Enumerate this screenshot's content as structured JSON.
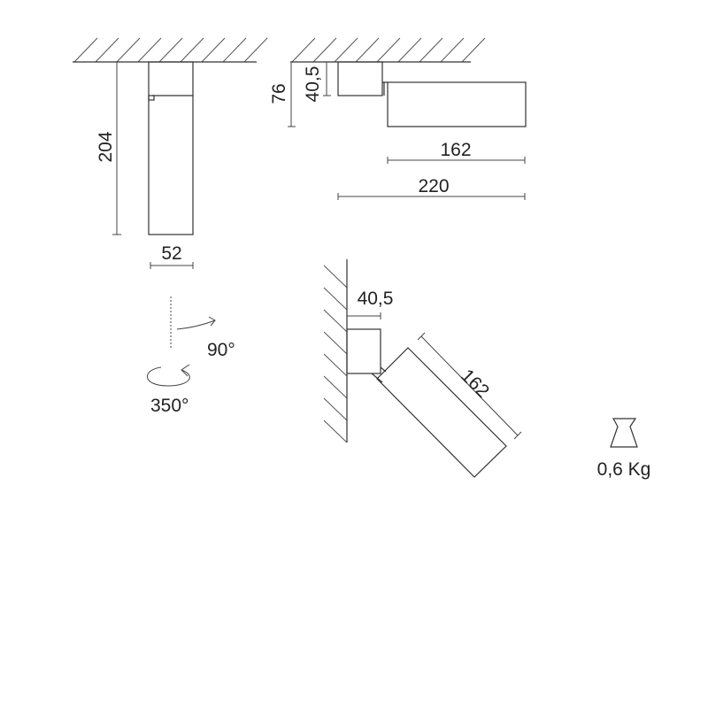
{
  "front_view": {
    "height_label": "204",
    "width_label": "52"
  },
  "side_view": {
    "total_height_label": "76",
    "base_height_label": "40,5",
    "body_length_label": "162",
    "total_length_label": "220"
  },
  "wall_view": {
    "base_depth_label": "40,5",
    "body_length_label": "162"
  },
  "rotation": {
    "tilt_label": "90°",
    "pan_label": "350°"
  },
  "weight": {
    "label": "0,6 Kg",
    "icon": "weight-icon"
  },
  "colors": {
    "line": "#333333",
    "background": "#ffffff"
  }
}
